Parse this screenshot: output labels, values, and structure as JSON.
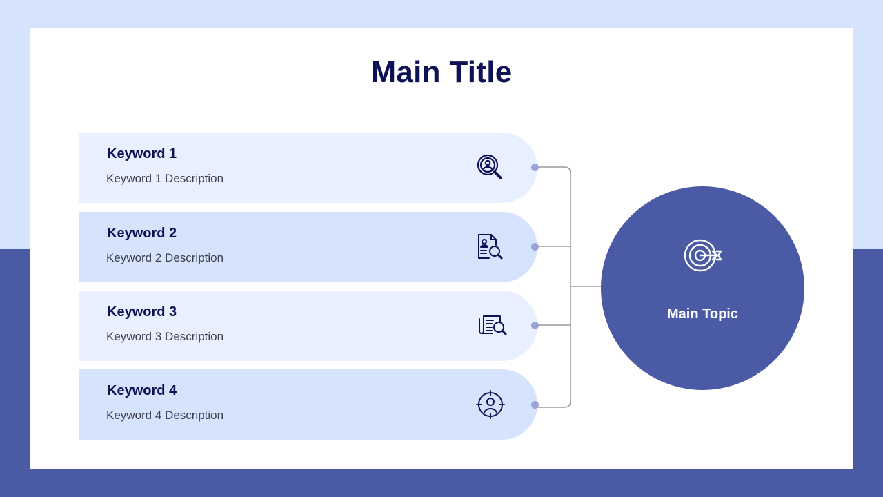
{
  "slide": {
    "title": "Main Title",
    "colors": {
      "background_top": "#d6e3fd",
      "background_bottom": "#4b5aa4",
      "card": "#ffffff",
      "title": "#0d1255",
      "pill_light": "#e8f0ff",
      "pill_dark": "#d6e3fd",
      "connector": "#9a9a9a",
      "dot": "#9aa2d6",
      "circle": "#4b5aa4"
    }
  },
  "keywords": [
    {
      "label": "Keyword 1",
      "description": "Keyword 1 Description",
      "icon": "user-search-icon"
    },
    {
      "label": "Keyword 2",
      "description": "Keyword 2 Description",
      "icon": "document-search-icon"
    },
    {
      "label": "Keyword 3",
      "description": "Keyword 3 Description",
      "icon": "news-search-icon"
    },
    {
      "label": "Keyword 4",
      "description": "Keyword 4 Description",
      "icon": "user-target-icon"
    }
  ],
  "main_topic": {
    "label": "Main Topic",
    "icon": "target-arrow-icon"
  }
}
